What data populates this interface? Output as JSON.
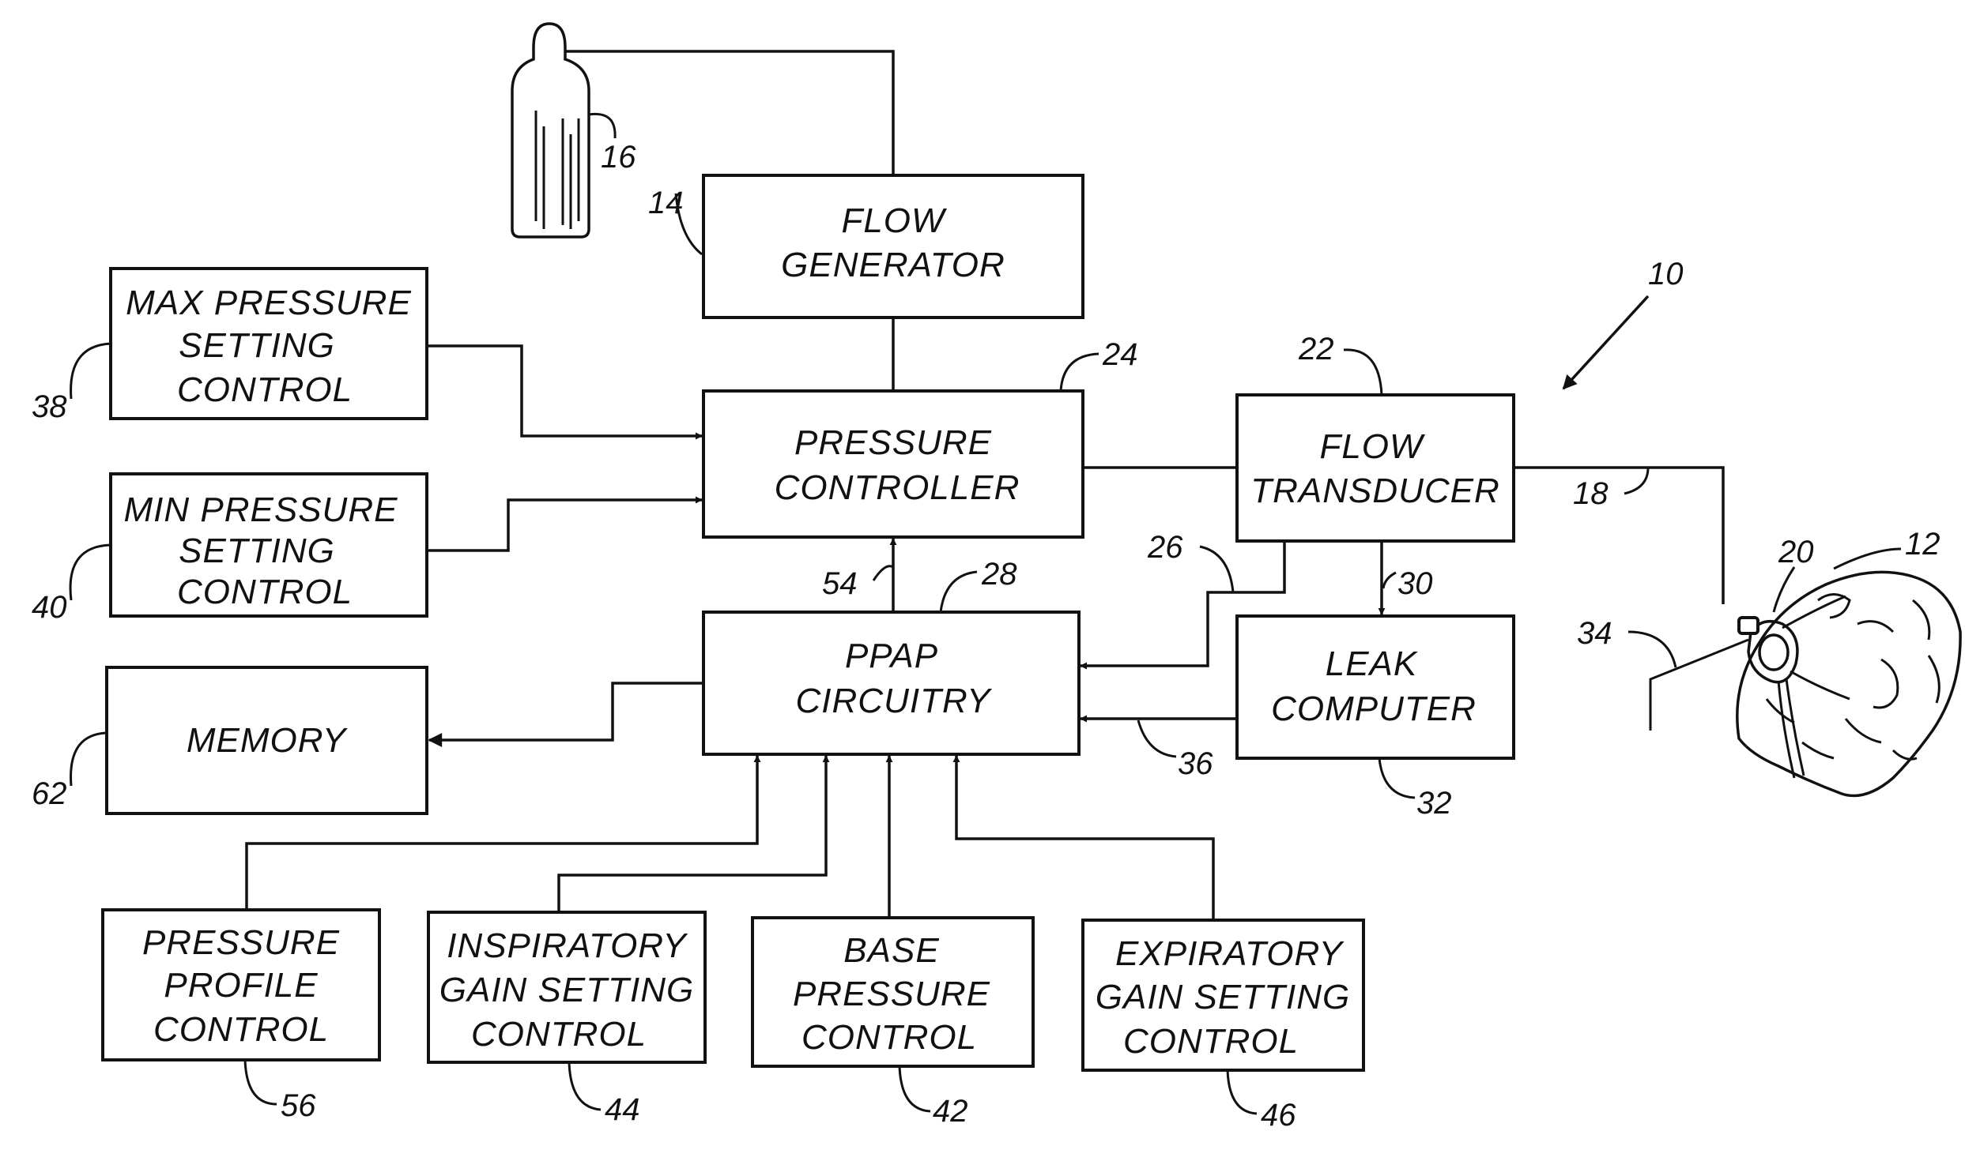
{
  "boxes": {
    "flow_generator": [
      "FLOW",
      "GENERATOR"
    ],
    "max_pressure": [
      "MAX PRESSURE",
      "SETTING",
      "CONTROL"
    ],
    "min_pressure": [
      "MIN PRESSURE",
      "SETTING",
      "CONTROL"
    ],
    "pressure_controller": [
      "PRESSURE",
      "CONTROLLER"
    ],
    "flow_transducer": [
      "FLOW",
      "TRANSDUCER"
    ],
    "ppap_circuitry": [
      "PPAP",
      "CIRCUITRY"
    ],
    "leak_computer": [
      "LEAK",
      "COMPUTER"
    ],
    "memory": [
      "MEMORY"
    ],
    "pressure_profile": [
      "PRESSURE",
      "PROFILE",
      "CONTROL"
    ],
    "inspiratory_gain": [
      "INSPIRATORY",
      "GAIN SETTING",
      "CONTROL"
    ],
    "base_pressure": [
      "BASE",
      "PRESSURE",
      "CONTROL"
    ],
    "expiratory_gain": [
      "EXPIRATORY",
      "GAIN SETTING",
      "CONTROL"
    ]
  },
  "refs": {
    "r10": "10",
    "r12": "12",
    "r14": "14",
    "r16": "16",
    "r18": "18",
    "r20": "20",
    "r22": "22",
    "r24": "24",
    "r26": "26",
    "r28": "28",
    "r30": "30",
    "r32": "32",
    "r34": "34",
    "r36": "36",
    "r38": "38",
    "r40": "40",
    "r42": "42",
    "r44": "44",
    "r46": "46",
    "r54": "54",
    "r56": "56",
    "r62": "62"
  }
}
